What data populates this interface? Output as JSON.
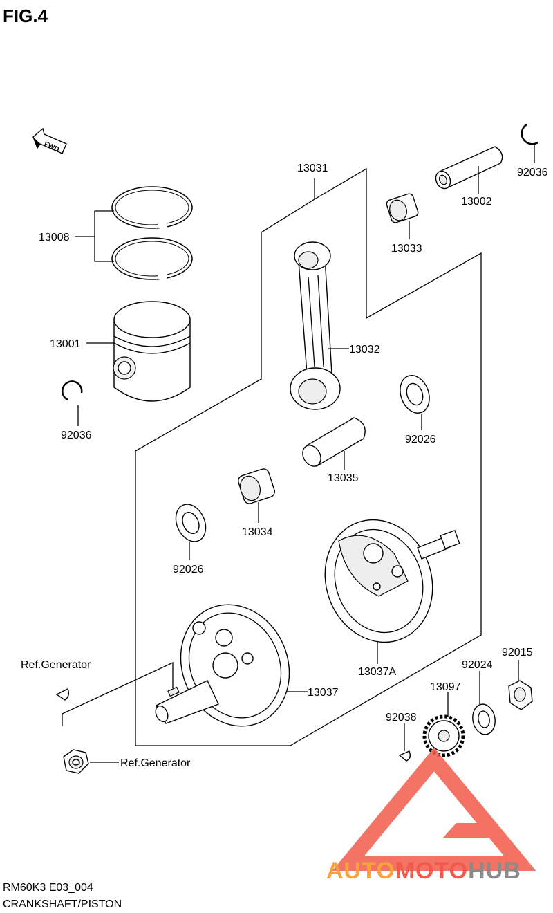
{
  "figure_title": "FIG.4",
  "direction_tag": "FWD",
  "footer": {
    "model_code": "RM60K3 E03_004",
    "section_name": "CRANKSHAFT/PISTON"
  },
  "watermark": {
    "auto": "AUTO",
    "moto": "MOTO",
    "hub": "HUB",
    "color_red": "#f15a4a",
    "color_orange": "#f7a23b",
    "color_gray": "#8a8a8a"
  },
  "labels": {
    "p13031": "13031",
    "p92036_top": "92036",
    "p13002": "13002",
    "p13033": "13033",
    "p13008": "13008",
    "p13001": "13001",
    "p13032": "13032",
    "p92036_left": "92036",
    "p92026_right": "92026",
    "p13035": "13035",
    "p13034": "13034",
    "p92026_left": "92026",
    "p13037A": "13037A",
    "p92015": "92015",
    "p92024": "92024",
    "p13097": "13097",
    "p92038": "92038",
    "p13037": "13037",
    "ref_generator_key": "Ref.Generator",
    "ref_generator_nut": "Ref.Generator"
  }
}
